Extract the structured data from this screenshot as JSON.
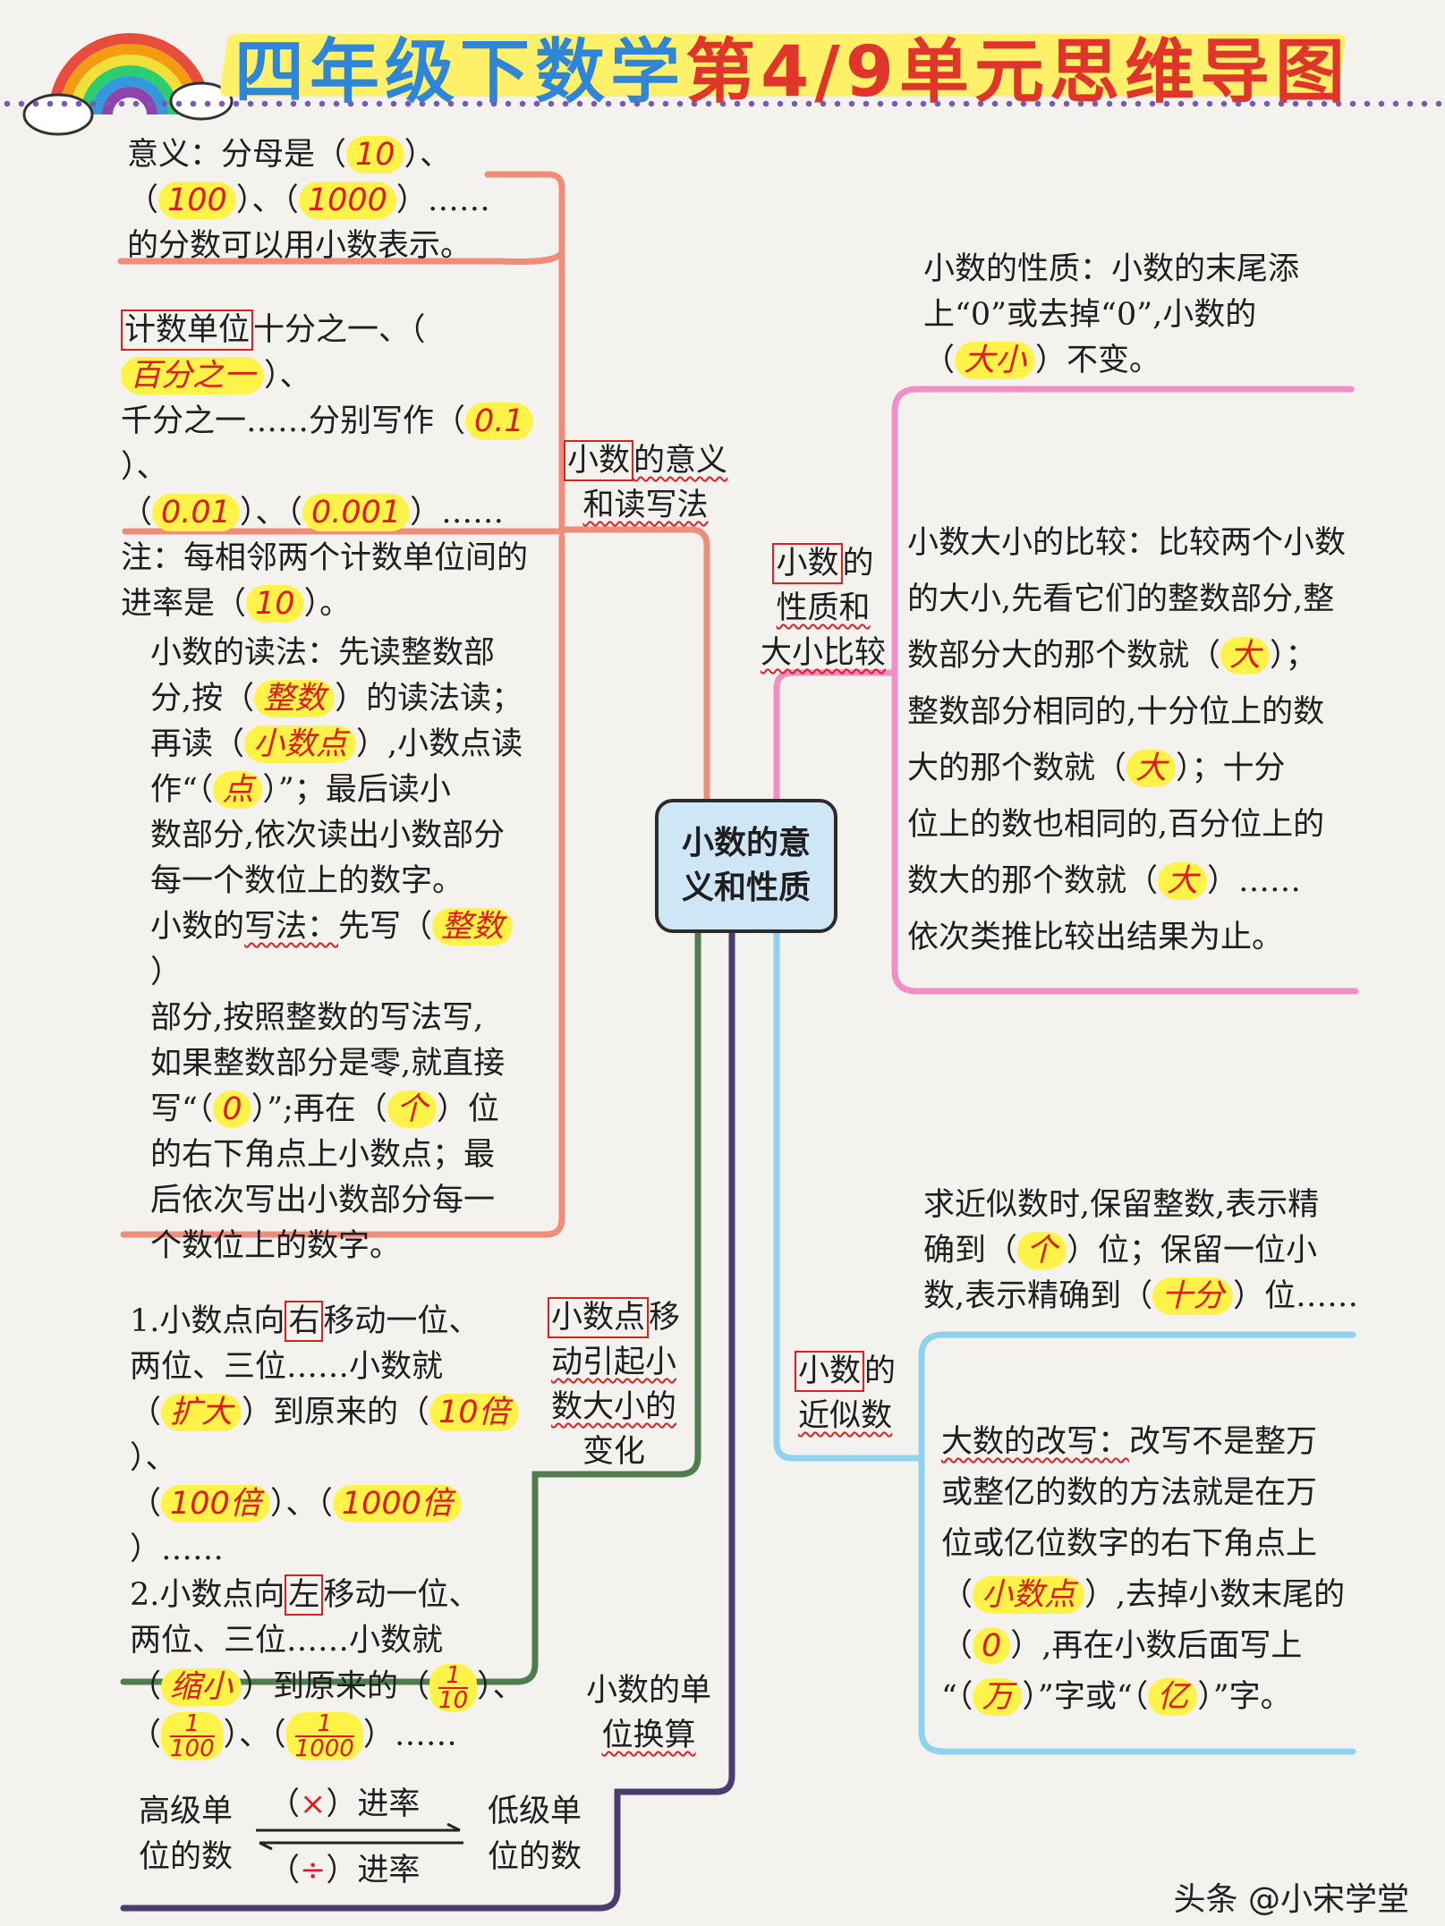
{
  "header": {
    "title_part1": "四年级下数学",
    "title_part2": "第4/9单元思维导图"
  },
  "center": {
    "line1": "小数的意",
    "line2": "义和性质"
  },
  "branches": {
    "meaning": {
      "line1_box": "小数",
      "line1_rest": "的意义",
      "line2": "和读写法"
    },
    "property": {
      "line1_box": "小数",
      "line1_rest": "的",
      "line2": "性质和",
      "line3": "大小比较"
    },
    "move": {
      "line1_box": "小数点",
      "line1_rest": "移",
      "line2": "动引起小",
      "line3": "数大小的",
      "line4": "变化"
    },
    "unit": {
      "line1": "小数的单",
      "line2": "位换算"
    },
    "approx": {
      "line1_box": "小数",
      "line1_rest": "的",
      "line2": "近似数"
    }
  },
  "meaning_box": {
    "l1a": "意义：分母是（",
    "a1": "10",
    "l1b": "）、",
    "l2a": "（",
    "a2": "100",
    "l2b": "）、（",
    "a3": "1000",
    "l2c": "）……",
    "l3": "的分数可以用小数表示。"
  },
  "unit_box": {
    "l1_box": "计数单位",
    "l1a": "十分之一、（",
    "a1": "百分之一",
    "l1b": "）、",
    "l2a": "千分之一……分别写作（",
    "a2": "0.1",
    "l2b": "）、",
    "l3a": "（",
    "a3": "0.01",
    "l3b": "）、（",
    "a4": "0.001",
    "l3c": "）……",
    "l4": "注：每相邻两个计数单位间的",
    "l5a": "进率是（",
    "a5": "10",
    "l5b": "）。"
  },
  "read_write_box": {
    "l1": "小数的读法：先读整数部",
    "l2a": "分,按（",
    "a1": "整数",
    "l2b": "）的读法读；",
    "l3a": "再读（",
    "a2": "小数点",
    "l3b": "）,小数点读",
    "l4a": "作“（",
    "a3": "点",
    "l4b": "）”；最后读小",
    "l5": "数部分,依次读出小数部分",
    "l6": "每一个数位上的数字。",
    "l7a": "小数的",
    "l7w": "写法：",
    "l7b": "先写（",
    "a4": "整数",
    "l7c": "）",
    "l8": "部分,按照整数的写法写,",
    "l9": "如果整数部分是零,就直接",
    "l10a": "写“（",
    "a5": "0",
    "l10b": "）”;再在（",
    "a6": "个",
    "l10c": "）位",
    "l11": "的右下角点上小数点；最",
    "l12": "后依次写出小数部分每一",
    "l13": "个数位上的数字。"
  },
  "move_box": {
    "l1a": "1.小数点向",
    "l1_box": "右",
    "l1b": "移动一位、",
    "l2": "两位、三位……小数就",
    "l3a": "（",
    "a1": "扩大",
    "l3b": "）到原来的（",
    "a2": "10倍",
    "l3c": "）、",
    "l4a": "（",
    "a3": "100倍",
    "l4b": "）、（",
    "a4": "1000倍",
    "l4c": "）……",
    "l5a": "2.小数点向",
    "l5_box": "左",
    "l5b": "移动一位、",
    "l6": "两位、三位……小数就",
    "l7a": "（",
    "a5": "缩小",
    "l7b": "）到原来的（",
    "f1n": "1",
    "f1d": "10",
    "l7c": "）、",
    "l8a": "（",
    "f2n": "1",
    "f2d": "100",
    "l8b": "）、（",
    "f3n": "1",
    "f3d": "1000",
    "l8c": "）……"
  },
  "conversion": {
    "left1": "高级单",
    "left2": "位的数",
    "top_a": "（",
    "op1": "×",
    "top_b": "）进率",
    "bot_a": "（",
    "op2": "÷",
    "bot_b": "）进率",
    "right1": "低级单",
    "right2": "位的数"
  },
  "property_text": {
    "l1": "小数的性质：小数的末尾添",
    "l2": "上“0”或去掉“0”,小数的",
    "l3a": "（",
    "a1": "大小",
    "l3b": "）不变。"
  },
  "compare_box": {
    "l1": "小数大小的比较：比较两个小数",
    "l2": "的大小,先看它们的整数部分,整",
    "l3a": "数部分大的那个数就（",
    "a1": "大",
    "l3b": "）；",
    "l4": "整数部分相同的,十分位上的数",
    "l5a": "大的那个数就（",
    "a2": "大",
    "l5b": "）；十分",
    "l6": "位上的数也相同的,百分位上的",
    "l7a": "数大的那个数就（",
    "a3": "大",
    "l7b": "）……",
    "l8": "依次类推比较出结果为止。"
  },
  "approx_text": {
    "l1": "求近似数时,保留整数,表示精",
    "l2a": "确到（",
    "a1": "个",
    "l2b": "）位；保留一位小",
    "l3a": "数,表示精确到（",
    "a2": "十分",
    "l3b": "）位……"
  },
  "rewrite_box": {
    "l1w": "大数的改写：",
    "l1b": "改写不是整万",
    "l2": "或整亿的数的方法就是在万",
    "l3": "位或亿位数字的右下角点上",
    "l4a": "（",
    "a1": "小数点",
    "l4b": "）,去掉小数末尾的",
    "l5a": "（",
    "a2": "0",
    "l5b": "）,再在小数后面写上",
    "l6a": "“（",
    "a3": "万",
    "l6b": "）”字或“（",
    "a4": "亿",
    "l6c": "）”字。"
  },
  "watermark": "头条 @小宋学堂",
  "colors": {
    "salmon": "#ef8d7a",
    "pink": "#ef8fc6",
    "green": "#4f7d4f",
    "purple": "#4a3d6e",
    "blue": "#8fd2ef"
  }
}
